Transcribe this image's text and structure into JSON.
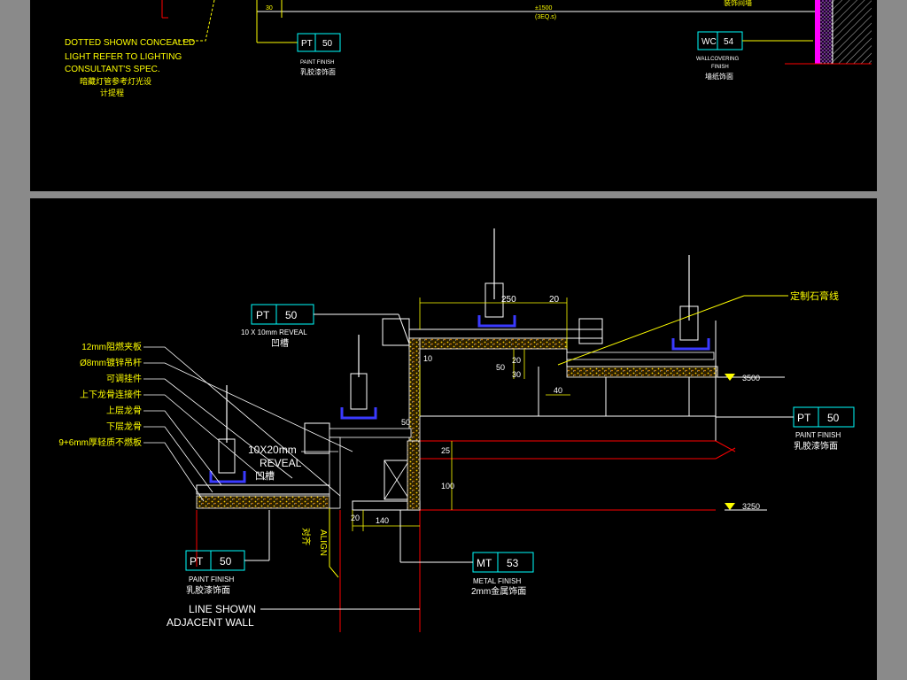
{
  "top_panel": {
    "note_concealed": [
      "DOTTED SHOWN CONCEALED",
      "LIGHT REFER TO LIGHTING",
      "CONSULTANT'S SPEC.",
      "暗藏灯管参考灯光设",
      "计提程"
    ],
    "dim_30": "30",
    "dim_1500": "±1500",
    "dim_eq": "(3EQ.s)",
    "tag_pt": {
      "code": "PT",
      "num": "50",
      "en": "PAINT FINISH",
      "cn": "乳胶漆饰面"
    },
    "tag_wc": {
      "code": "WC",
      "num": "54",
      "en": [
        "WALLCOVERING",
        "FINISH"
      ],
      "cn": "墙纸饰面"
    },
    "cut_text": "装饰间墙"
  },
  "bottom_panel": {
    "tag_pt_top": {
      "code": "PT",
      "num": "50",
      "en": "10 X 10mm REVEAL",
      "cn": "凹槽"
    },
    "leaders_left": [
      "12mm阻燃夹板",
      "Ø8mm镀锌吊杆",
      "可调挂件",
      "上下龙骨连接件",
      "上层龙骨",
      "下层龙骨",
      "9+6mm厚轻质不燃板"
    ],
    "label_right_top": "定制石膏线",
    "dim_250": "250",
    "dim_20a": "20",
    "dim_10": "10",
    "dim_50a": "50",
    "dim_30": "30",
    "dim_20b": "20",
    "dim_40": "40",
    "dim_50b": "50",
    "dim_25": "25",
    "dim_100": "100",
    "dim_20c": "20",
    "dim_140": "140",
    "level_3500": "3500",
    "level_3250": "3250",
    "reveal_note": [
      "10X20mm",
      "REVEAL",
      "凹槽"
    ],
    "align_label": "ALIGN",
    "align_cn": "对齐",
    "tag_pt_right": {
      "code": "PT",
      "num": "50",
      "en": "PAINT FINISH",
      "cn": "乳胶漆饰面"
    },
    "tag_pt_left": {
      "code": "PT",
      "num": "50",
      "en": "PAINT FINISH",
      "cn": "乳胶漆饰面"
    },
    "tag_mt": {
      "code": "MT",
      "num": "53",
      "en": "METAL FINISH",
      "cn": "2mm金属饰面"
    },
    "line_shown": [
      "LINE SHOWN",
      "ADJACENT WALL"
    ]
  },
  "colors": {
    "background": "#000000",
    "frame": "#8a8a8a",
    "yellow": "#ffff00",
    "white": "#ffffff",
    "cyan": "#00ffff",
    "red": "#ff0000",
    "blue": "#3a3aff",
    "magenta": "#ff00ff",
    "grey": "#9a9a9a"
  }
}
